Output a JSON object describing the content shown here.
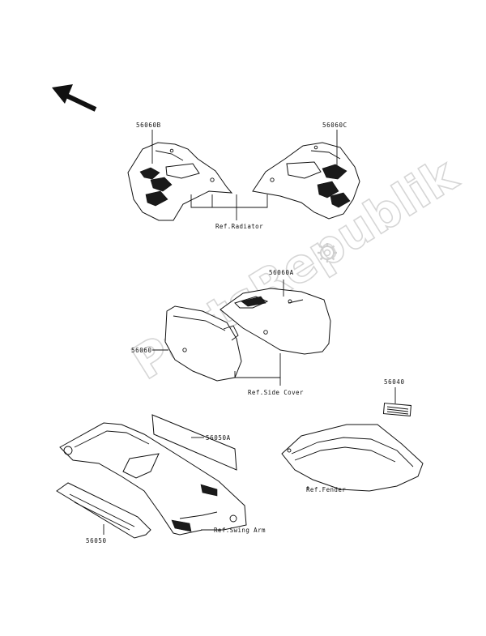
{
  "parts": {
    "radiator_left": "56060B",
    "radiator_right": "56060C",
    "side_cover_right": "56060A",
    "side_cover_left": "56060",
    "fender": "56040",
    "swing_arm_top": "56050A",
    "swing_arm_side": "56050"
  },
  "refs": {
    "radiator": "Ref.Radiator",
    "side_cover": "Ref.Side Cover",
    "fender": "Ref.Fender",
    "swing_arm": "Ref.Swing Arm"
  },
  "watermark": "PartsRepublik",
  "icons": {
    "arrow": "direction-arrow-icon",
    "gear": "gear-icon"
  }
}
